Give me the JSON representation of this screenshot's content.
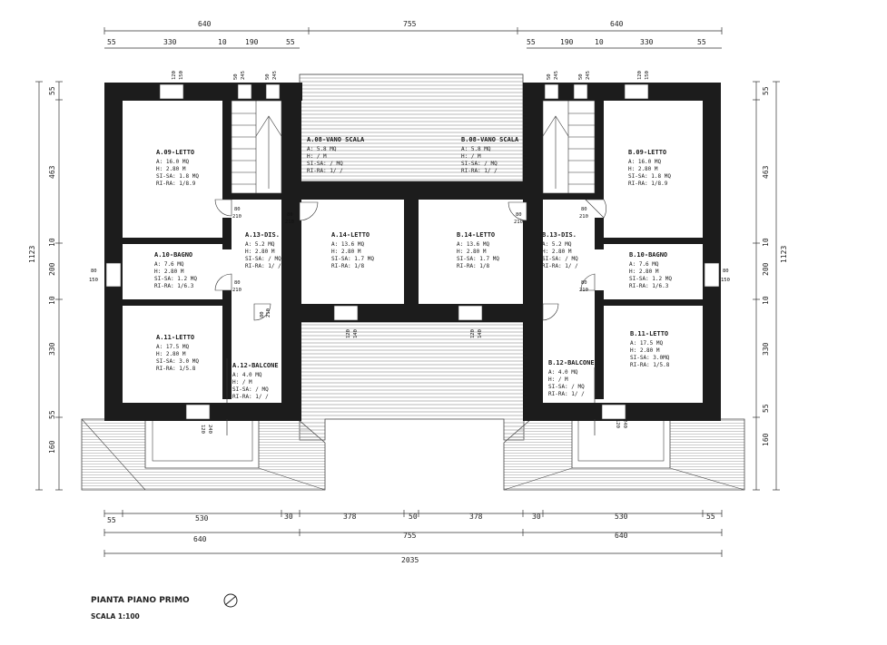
{
  "title": "PIANTA PIANO PRIMO",
  "scale": "SCALA 1:100",
  "dims": {
    "top_outer": [
      "640",
      "755",
      "640"
    ],
    "top_left": [
      "55",
      "330",
      "10",
      "190",
      "55"
    ],
    "top_right": [
      "55",
      "190",
      "10",
      "330",
      "55"
    ],
    "bottom": [
      "55",
      "530",
      "30",
      "378",
      "50",
      "378",
      "30",
      "530",
      "55"
    ],
    "bottom_mid": [
      "640",
      "755",
      "640"
    ],
    "bottom_total": "2035",
    "left_vert": [
      "55",
      "463",
      "10",
      "200",
      "10",
      "330",
      "55",
      "160"
    ],
    "left_total": "1123",
    "right_vert": [
      "55",
      "463",
      "10",
      "200",
      "10",
      "330",
      "55",
      "160"
    ],
    "right_total": "1123"
  },
  "openings": {
    "w_top_left": [
      "120",
      "150"
    ],
    "w_top_left2": [
      "50",
      "245"
    ],
    "w_top_left3": [
      "50",
      "245"
    ],
    "w_top_right": [
      "50",
      "245"
    ],
    "w_top_right2": [
      "50",
      "245"
    ],
    "w_top_right3": [
      "120",
      "150"
    ],
    "w_side_left": [
      "80",
      "150"
    ],
    "w_side_right": [
      "80",
      "150"
    ],
    "d_a1": [
      "80",
      "210"
    ],
    "d_a2": [
      "80",
      "210"
    ],
    "d_a3": [
      "80",
      "210"
    ],
    "d_a4": [
      "80",
      "210"
    ],
    "d_b1": [
      "80",
      "210"
    ],
    "d_b2": [
      "80",
      "210"
    ],
    "d_b3": [
      "80",
      "210"
    ],
    "w_mid1": [
      "120",
      "140"
    ],
    "w_mid2": [
      "120",
      "140"
    ],
    "w_bal_left": [
      "120",
      "240"
    ],
    "w_bal_right": [
      "120",
      "240"
    ]
  },
  "rooms": {
    "a09": {
      "name": "A.09-LETTO",
      "l1": "A: 16.0 MQ",
      "l2": "H: 2.80 M",
      "l3": "SI-SA: 1.8 MQ",
      "l4": "RI-RA: 1/8.9"
    },
    "a08": {
      "name": "A.08-VANO SCALA",
      "l1": "A: 5.8 MQ",
      "l2": "H: /    M",
      "l3": "SI-SA: /    MQ",
      "l4": "RI-RA: 1/ /"
    },
    "b08": {
      "name": "B.08-VANO SCALA",
      "l1": "A: 5.8 MQ",
      "l2": "H: /    M",
      "l3": "SI-SA: /    MQ",
      "l4": "RI-RA: 1/ /"
    },
    "b09": {
      "name": "B.09-LETTO",
      "l1": "A: 16.0 MQ",
      "l2": "H: 2.80 M",
      "l3": "SI-SA: 1.8 MQ",
      "l4": "RI-RA: 1/8.9"
    },
    "a13": {
      "name": "A.13-DIS.",
      "l1": "A: 5.2 MQ",
      "l2": "H: 2.80 M",
      "l3": "SI-SA: /    MQ",
      "l4": "RI-RA: 1/ /"
    },
    "a14": {
      "name": "A.14-LETTO",
      "l1": "A: 13.6 MQ",
      "l2": "H: 2.80 M",
      "l3": "SI-SA: 1.7 MQ",
      "l4": "RI-RA: 1/8"
    },
    "b14": {
      "name": "B.14-LETTO",
      "l1": "A: 13.6 MQ",
      "l2": "H: 2.80 M",
      "l3": "SI-SA: 1.7 MQ",
      "l4": "RI-RA: 1/8"
    },
    "b13": {
      "name": "B.13-DIS.",
      "l1": "A: 5.2 MQ",
      "l2": "H: 2.80 M",
      "l3": "SI-SA: /    MQ",
      "l4": "RI-RA: 1/ /"
    },
    "a10": {
      "name": "A.10-BAGNO",
      "l1": "A: 7.6 MQ",
      "l2": "H: 2.80 M",
      "l3": "SI-SA: 1.2 MQ",
      "l4": "RI-RA: 1/6.3"
    },
    "b10": {
      "name": "B.10-BAGNO",
      "l1": "A: 7.6 MQ",
      "l2": "H: 2.80 M",
      "l3": "SI-SA: 1.2 MQ",
      "l4": "RI-RA: 1/6.3"
    },
    "a11": {
      "name": "A.11-LETTO",
      "l1": "A: 17.5 MQ",
      "l2": "H: 2.80 M",
      "l3": "SI-SA: 3.0 MQ",
      "l4": "RI-RA: 1/5.8"
    },
    "a12": {
      "name": "A.12-BALCONE",
      "l1": "A: 4.0 MQ",
      "l2": "H: /    M",
      "l3": "SI-SA: /    MQ",
      "l4": "RI-RA: 1/ /"
    },
    "b11": {
      "name": "B.11-LETTO",
      "l1": "A: 17.5 MQ",
      "l2": "H: 2.80 M",
      "l3": "SI-SA: 3.0MQ",
      "l4": "RI-RA: 1/5.8"
    },
    "b12": {
      "name": "B.12-BALCONE",
      "l1": "A: 4.0 MQ",
      "l2": "H: /    M",
      "l3": "SI-SA: /    MQ",
      "l4": "RI-RA: 1/ /"
    }
  }
}
